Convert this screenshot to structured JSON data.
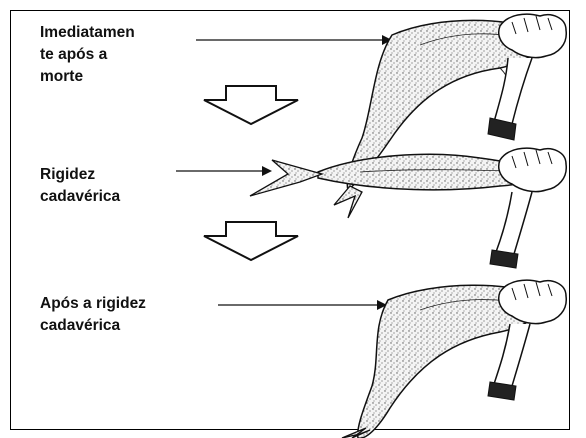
{
  "stages": [
    {
      "label_lines": [
        "Imediatamen",
        "te após a",
        "morte"
      ]
    },
    {
      "label_lines": [
        "Rigidez",
        "cadavérica"
      ]
    },
    {
      "label_lines": [
        "Após a rigidez",
        "cadavérica"
      ]
    }
  ],
  "colors": {
    "ink": "#111111",
    "speckle": "#555555",
    "fish_fill": "#f4f4f4"
  }
}
